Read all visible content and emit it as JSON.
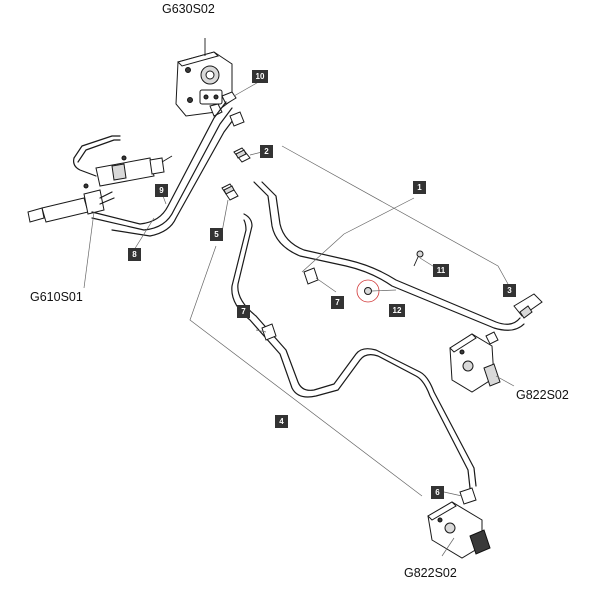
{
  "component_labels": {
    "top": "G630S02",
    "left": "G610S01",
    "right": "G822S02",
    "bottom": "G822S02"
  },
  "callouts": [
    "1",
    "2",
    "3",
    "4",
    "5",
    "6",
    "7",
    "7",
    "8",
    "9",
    "10",
    "11",
    "12"
  ],
  "colors": {
    "line": "#1a1a1a",
    "callout_fill": "#333333",
    "callout_text": "#ffffff",
    "highlight_ring": "#d23a3a",
    "background": "#ffffff"
  }
}
